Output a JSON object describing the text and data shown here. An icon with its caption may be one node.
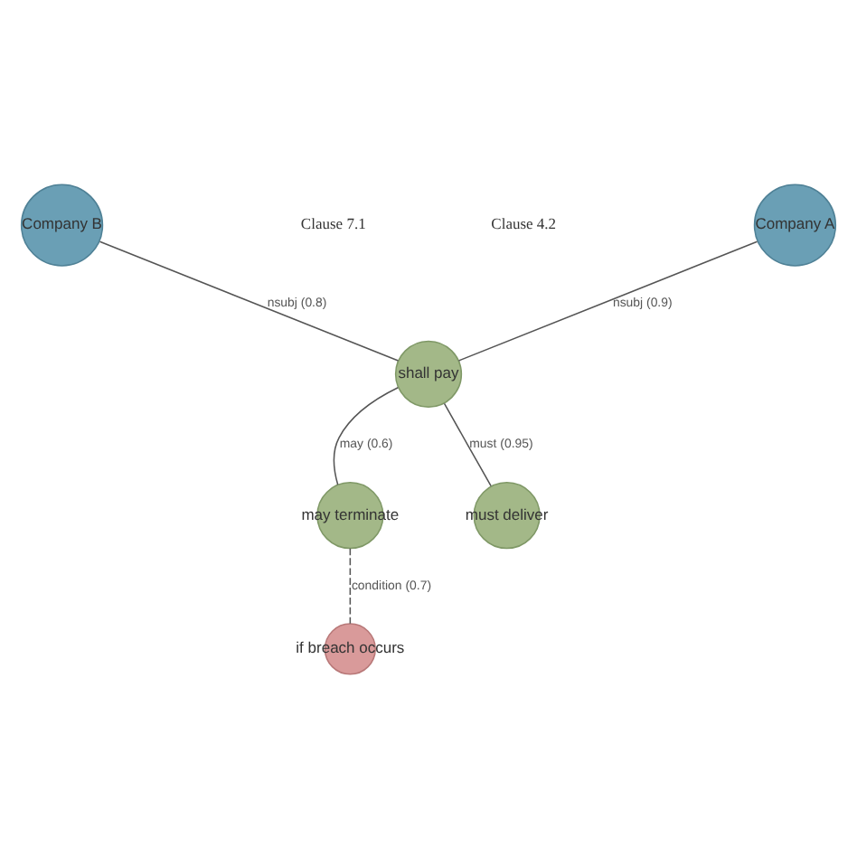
{
  "diagram": {
    "nodes": [
      {
        "text": [
          "Company A"
        ]
      },
      {
        "text": [
          "Company B"
        ]
      },
      {
        "text": [
          "shall pay"
        ]
      },
      {
        "text": [
          "may terminate"
        ]
      },
      {
        "text": [
          "must deliver"
        ]
      },
      {
        "text": [
          "if breach occurs"
        ]
      }
    ],
    "edges": [
      {
        "from": 0,
        "to": 2,
        "arrow": "none",
        "label": "nsubj (0.9)"
      },
      {
        "from": 1,
        "to": 2,
        "arrow": "none",
        "label": "nsubj (0.8)"
      },
      {
        "from": 2,
        "to": 3,
        "arrow": "none",
        "label": "may (0.6)"
      },
      {
        "from": 2,
        "to": 4,
        "arrow": "none",
        "label": "must (0.95)"
      },
      {
        "from": 3,
        "to": 5,
        "arrow": "none",
        "label": "condition (0.7)",
        "style": "dashed"
      }
    ],
    "labels": [
      "Clause 4.2",
      "Clause 7.1"
    ]
  }
}
